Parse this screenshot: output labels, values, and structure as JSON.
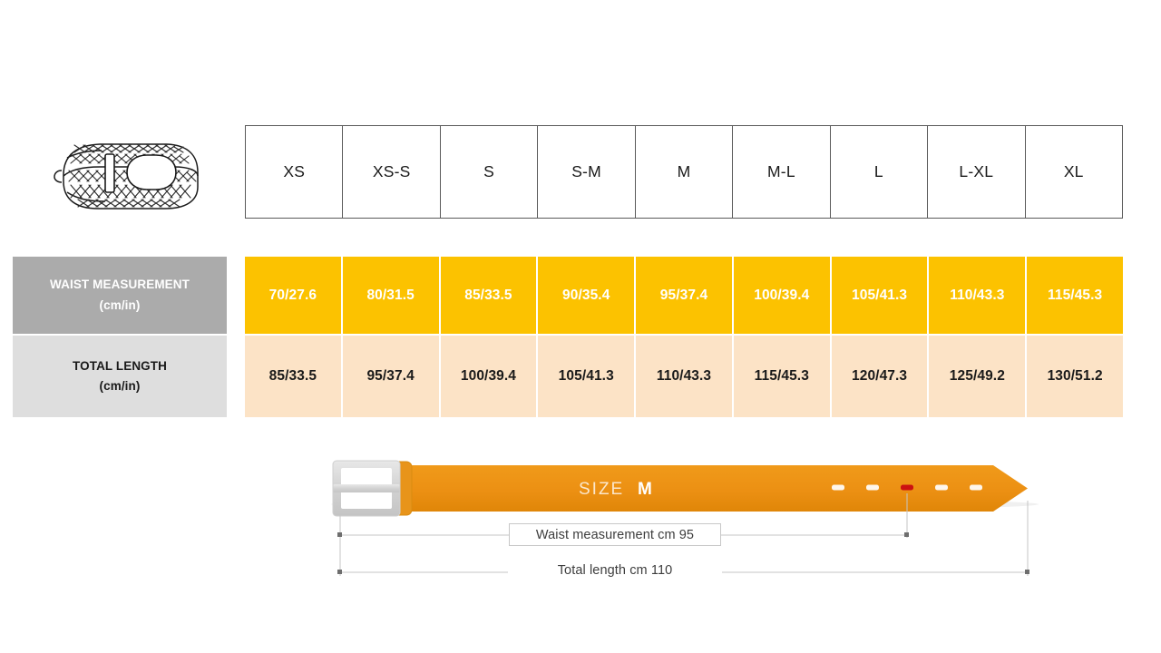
{
  "product_icon": "braided-belt-icon",
  "table": {
    "size_headers": [
      "XS",
      "XS-S",
      "S",
      "S-M",
      "M",
      "M-L",
      "L",
      "L-XL",
      "XL"
    ],
    "rows": [
      {
        "label_line1": "WAIST MEASUREMENT",
        "label_line2": "(cm/in)",
        "values": [
          "70/27.6",
          "80/31.5",
          "85/33.5",
          "90/35.4",
          "95/37.4",
          "100/39.4",
          "105/41.3",
          "110/43.3",
          "115/45.3"
        ],
        "cell_bg": "#fcc200",
        "cell_text": "#ffffff",
        "label_bg": "#ababab",
        "label_text": "#ffffff"
      },
      {
        "label_line1": "TOTAL LENGTH",
        "label_line2": "(cm/in)",
        "values": [
          "85/33.5",
          "95/37.4",
          "100/39.4",
          "105/41.3",
          "110/43.3",
          "115/45.3",
          "120/47.3",
          "125/49.2",
          "130/51.2"
        ],
        "cell_bg": "#fce3c6",
        "cell_text": "#1a1a1a",
        "label_bg": "#dedede",
        "label_text": "#1a1a1a"
      }
    ]
  },
  "diagram": {
    "size_prefix": "SIZE",
    "size_value": "M",
    "waist_dimension": "Waist measurement cm 95",
    "total_dimension": "Total length cm 110",
    "belt_color": "#ec9013",
    "buckle_color": "#dcdcdc",
    "active_hole_color": "#cc1111",
    "hole_count": 5,
    "active_hole_index": 3
  }
}
